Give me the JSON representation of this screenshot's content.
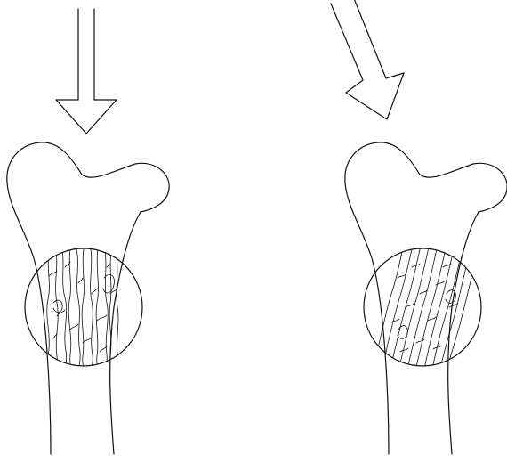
{
  "figure": {
    "background": "#ffffff",
    "stroke_color": "#111111",
    "panels": [
      {
        "id": "left",
        "load_direction": "vertical",
        "trabecular_pattern": "vertical"
      },
      {
        "id": "right",
        "load_direction": "oblique",
        "trabecular_pattern": "oblique"
      }
    ]
  }
}
